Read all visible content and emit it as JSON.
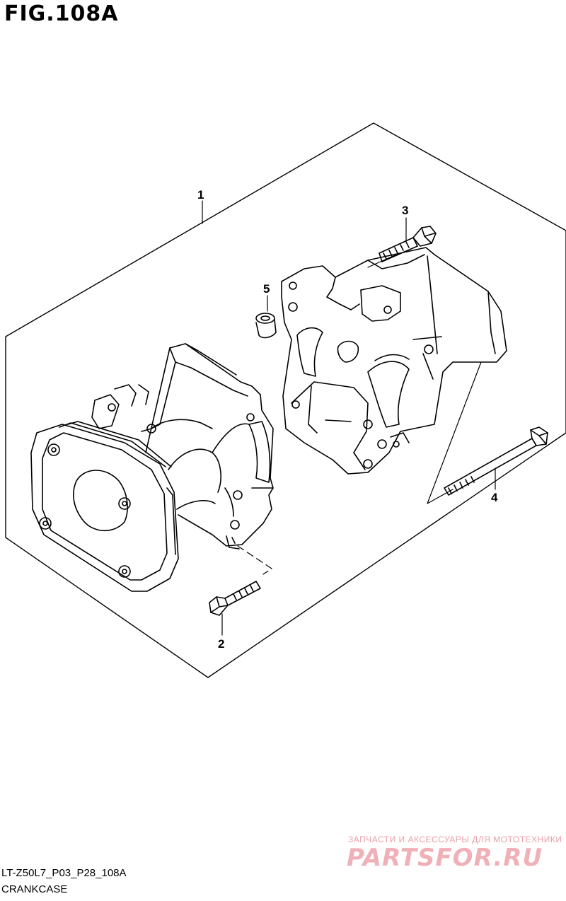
{
  "figure": {
    "title": "FIG.108A"
  },
  "callouts": [
    {
      "id": "1",
      "label": "1"
    },
    {
      "id": "2",
      "label": "2"
    },
    {
      "id": "3",
      "label": "3"
    },
    {
      "id": "4",
      "label": "4"
    },
    {
      "id": "5",
      "label": "5"
    }
  ],
  "footer": {
    "code": "LT-Z50L7_P03_P28_108A",
    "caption": "CRANKCASE"
  },
  "watermark": {
    "tagline": "ЗАПЧАСТИ И АКСЕССУАРЫ ДЛЯ МОТОТЕХНИКИ",
    "brand": "PARTSFOR.RU"
  }
}
